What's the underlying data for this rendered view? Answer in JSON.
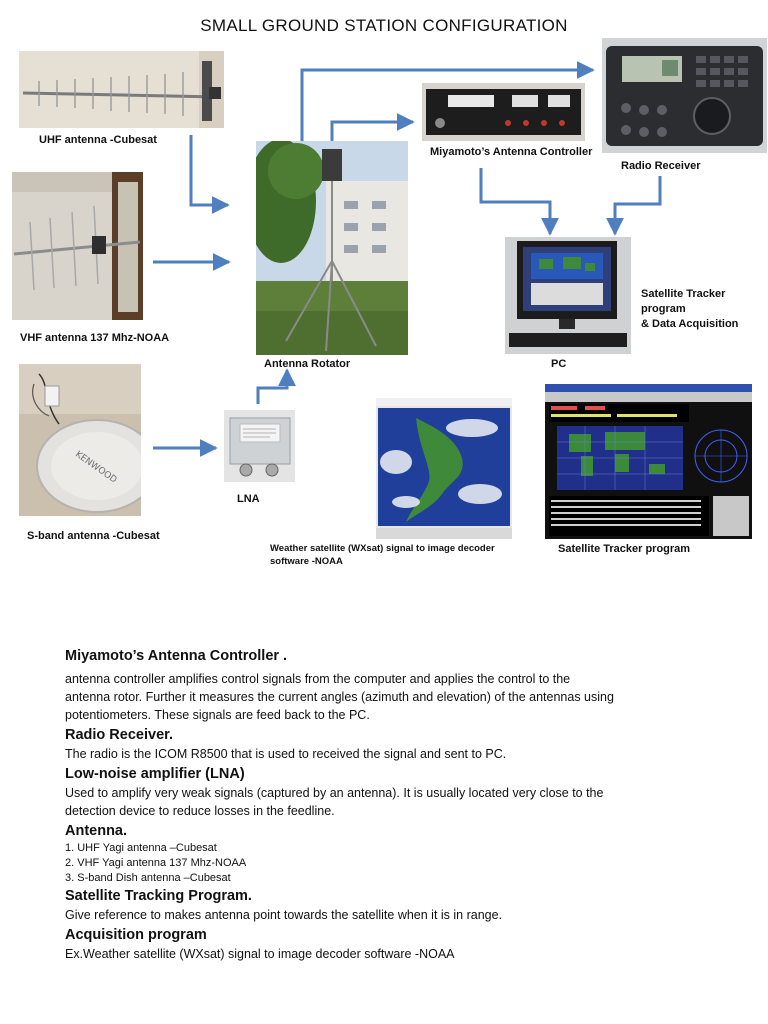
{
  "title": "SMALL GROUND STATION CONFIGURATION",
  "labels": {
    "uhf": "UHF antenna -Cubesat",
    "vhf": "VHF antenna 137 Mhz-NOAA",
    "sband": "S-band antenna -Cubesat",
    "rotator": "Antenna Rotator",
    "lna": "LNA",
    "controller": "Miyamoto’s Antenna Controller",
    "radio": "Radio Receiver",
    "pc": "PC",
    "tracker_side_1": "Satellite Tracker",
    "tracker_side_2": "program",
    "tracker_side_3": "& Data Acquisition",
    "wxsat_1": "Weather satellite (WXsat) signal to image decoder",
    "wxsat_2": "software -NOAA",
    "tracker_program": "Satellite Tracker program"
  },
  "photo_text": {
    "dish_brand": "KENWOOD"
  },
  "colors": {
    "arrow": "#4f7fbf",
    "sky": "#c9d8e8",
    "foliage": "#3f6b2a",
    "map_ocean": "#203a9a",
    "map_land": "#3f8a3a"
  },
  "descriptions": {
    "controller_heading": "Miyamoto’s Antenna Controller .",
    "controller_text_1": " antenna controller amplifies control signals from the computer and applies the control to the",
    "controller_text_2": "antenna rotor. Further it measures the current angles (azimuth and elevation) of the antennas using",
    "controller_text_3": "potentiometers. These signals are feed back to the PC.",
    "radio_heading": "Radio Receiver.",
    "radio_text": "The radio is the ICOM R8500 that is used to received the signal and sent to PC.",
    "lna_heading": "Low-noise amplifier (LNA)",
    "lna_text_1": "Used to amplify very weak signals (captured by an antenna). It is usually located very close to the",
    "lna_text_2": "detection device to reduce losses in the feedline.",
    "antenna_heading": "Antenna.",
    "antenna_items": [
      "1. UHF Yagi antenna –Cubesat",
      "2. VHF Yagi antenna 137 Mhz-NOAA",
      "3. S-band Dish antenna –Cubesat"
    ],
    "tracking_heading": "Satellite Tracking Program.",
    "tracking_text": "Give reference to makes antenna point towards the satellite when it is in range.",
    "acquisition_heading": "Acquisition program",
    "acquisition_text": "Ex.Weather satellite (WXsat) signal to image decoder software -NOAA"
  }
}
